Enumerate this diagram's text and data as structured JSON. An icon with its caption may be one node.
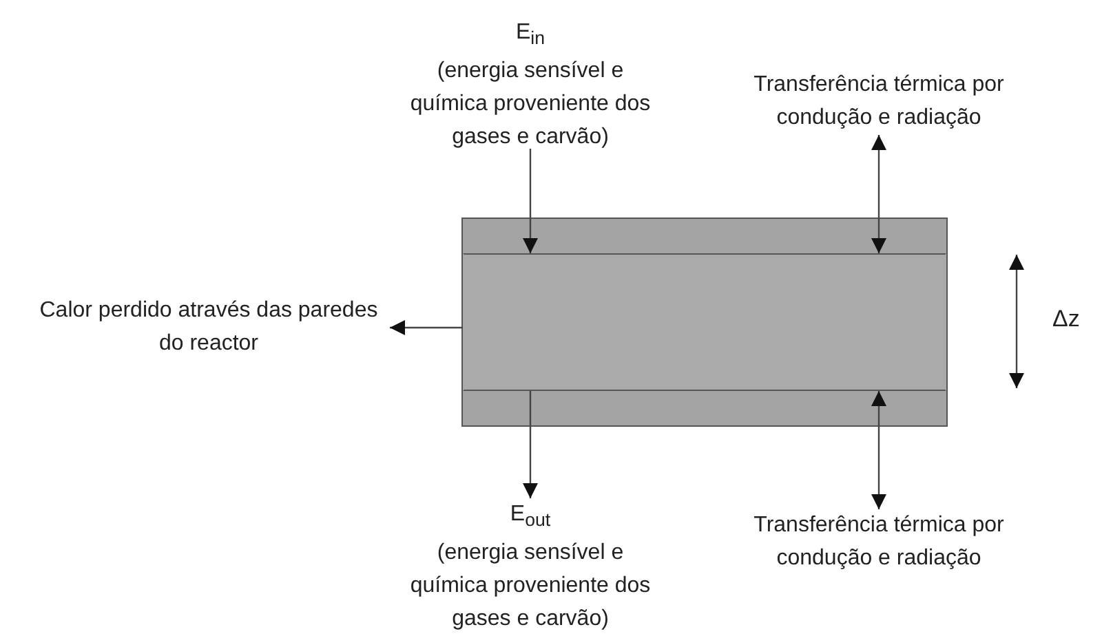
{
  "diagram": {
    "nodes": [
      {
        "text": [],
        "shape": "box"
      },
      {
        "text": [],
        "shape": "box",
        "in": 0
      },
      {
        "text": [
          "E$_{in}$",
          "(energia sensível e química proveniente dos gases e carvão)"
        ]
      },
      {
        "text": [
          "Transferência térmica por condução e radiação"
        ]
      },
      {
        "text": [
          "Calor perdido através das paredes do reactor"
        ]
      },
      {
        "text": [
          "E$_{out}$",
          "(energia sensível e química proveniente dos gases e carvão)"
        ]
      },
      {
        "text": [
          "Transferência térmica por condução e radiação"
        ]
      }
    ],
    "edges": [
      {
        "from": 2,
        "to": 1,
        "arrow": "to"
      },
      {
        "from": 3,
        "to": 1,
        "arrow": "both"
      },
      {
        "from": 1,
        "to": 4,
        "arrow": "to"
      },
      {
        "from": 1,
        "to": 5,
        "arrow": "to"
      },
      {
        "from": 1,
        "to": 6,
        "arrow": "both"
      }
    ],
    "labels": [
      "Δz"
    ]
  }
}
